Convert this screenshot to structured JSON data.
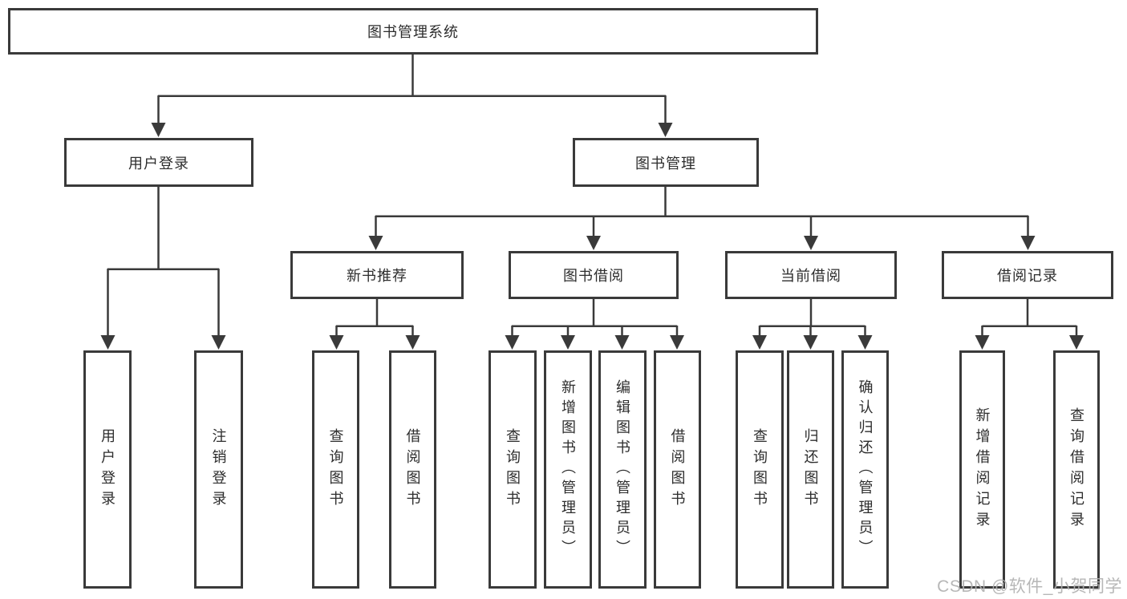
{
  "diagram": {
    "root": {
      "label": "图书管理系统"
    },
    "branches": [
      {
        "label": "用户登录",
        "leaves": [
          {
            "label": "用户登录"
          },
          {
            "label": "注销登录"
          }
        ]
      },
      {
        "label": "图书管理",
        "groups": [
          {
            "label": "新书推荐",
            "leaves": [
              {
                "label": "查询图书"
              },
              {
                "label": "借阅图书"
              }
            ]
          },
          {
            "label": "图书借阅",
            "leaves": [
              {
                "label": "查询图书"
              },
              {
                "label": "新增图书（管理员）"
              },
              {
                "label": "编辑图书（管理员）"
              },
              {
                "label": "借阅图书"
              }
            ]
          },
          {
            "label": "当前借阅",
            "leaves": [
              {
                "label": "查询图书"
              },
              {
                "label": "归还图书"
              },
              {
                "label": "确认归还（管理员）"
              }
            ]
          },
          {
            "label": "借阅记录",
            "leaves": [
              {
                "label": "新增借阅记录"
              },
              {
                "label": "查询借阅记录"
              }
            ]
          }
        ]
      }
    ]
  },
  "watermark": {
    "label": "CSDN @软件_小贺同学"
  },
  "colors": {
    "line": "#3a3a3a",
    "text": "#2d2d2d",
    "box_background": "#ffffff",
    "watermark": "#b0b0b0",
    "page_background": "#ffffff"
  }
}
